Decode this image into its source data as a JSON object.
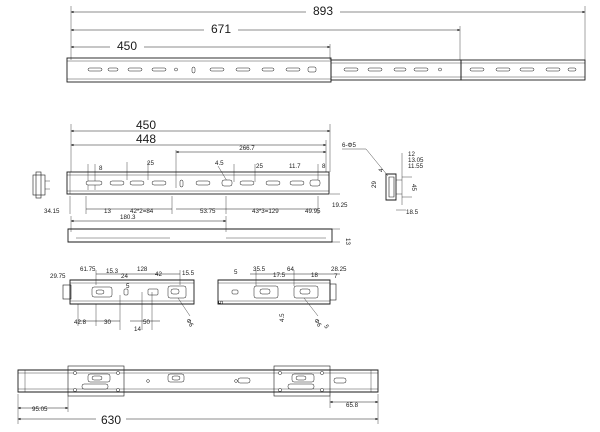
{
  "view1": {
    "d893": "893",
    "d671": "671",
    "d450": "450"
  },
  "view2": {
    "d450": "450",
    "d448": "448",
    "d266_7": "266.7",
    "d8a": "8",
    "d25a": "25",
    "d4_5": "4.5",
    "d25b": "25",
    "d11_7": "11.7",
    "d8b": "8",
    "d34_15": "34.15",
    "d13": "13",
    "d42x2": "42*2=84",
    "d53_75": "53.75",
    "d43x3": "43*3=129",
    "d49_95": "49.95",
    "d19_25": "19.25",
    "d180_3": "180.3",
    "dside13": "13"
  },
  "profile": {
    "hole": "6-Φ5",
    "d12": "12",
    "d13_05": "13.05",
    "d11_55": "11.55",
    "d29": "29",
    "d45": "45",
    "d18_5": "18.5",
    "d4": "4"
  },
  "view3": {
    "d61_75": "61.75",
    "d15_3": "15.3",
    "d24": "24",
    "d128": "128",
    "d42": "42",
    "d15_5": "15.5",
    "d29_75": "29.75",
    "d5a": "5",
    "d42_8": "42.8",
    "d30": "30",
    "d50": "50",
    "d14": "14",
    "dphi6a": "Φ6",
    "d5b": "5",
    "d35_5": "35.5",
    "d64": "64",
    "d28_25": "28.25",
    "d17_5": "17.5",
    "d18": "18",
    "d7": "7",
    "d5c": "5",
    "d4_5b": "4.5",
    "dphi6b": "Φ6",
    "d5d": "5"
  },
  "view4": {
    "d95_05": "95.05",
    "d630": "630",
    "d65_8": "65.8"
  }
}
